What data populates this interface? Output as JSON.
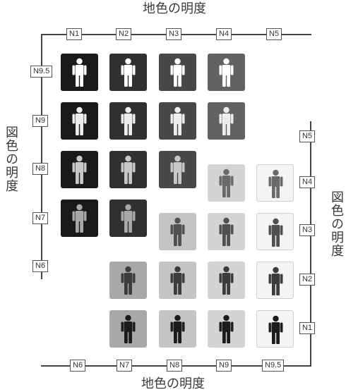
{
  "top_axis": {
    "title": "地色の明度",
    "labels": [
      "N1",
      "N2",
      "N3",
      "N4",
      "N5"
    ]
  },
  "bottom_axis": {
    "title": "地色の明度",
    "labels": [
      "N6",
      "N7",
      "N8",
      "N9",
      "N9.5"
    ]
  },
  "left_axis": {
    "title": "図色の明度",
    "labels": [
      "N9.5",
      "N9",
      "N8",
      "N7",
      "N6"
    ]
  },
  "right_axis": {
    "title": "図色の明度",
    "labels": [
      "N5",
      "N4",
      "N3",
      "N2",
      "N1"
    ]
  },
  "colors": {
    "axis": "#444444",
    "label_border": "#555555"
  },
  "icon_name": "person-icon",
  "upper_tiles": [
    {
      "ground": "N1",
      "figure": "N9.5",
      "bg": "#1a1a1a",
      "fg": "#ffffff"
    },
    {
      "ground": "N2",
      "figure": "N9.5",
      "bg": "#303030",
      "fg": "#ffffff"
    },
    {
      "ground": "N3",
      "figure": "N9.5",
      "bg": "#484848",
      "fg": "#ffffff"
    },
    {
      "ground": "N4",
      "figure": "N9.5",
      "bg": "#626262",
      "fg": "#ffffff"
    },
    {
      "ground": "N1",
      "figure": "N9",
      "bg": "#1a1a1a",
      "fg": "#ededed"
    },
    {
      "ground": "N2",
      "figure": "N9",
      "bg": "#303030",
      "fg": "#ededed"
    },
    {
      "ground": "N3",
      "figure": "N9",
      "bg": "#484848",
      "fg": "#ededed"
    },
    {
      "ground": "N4",
      "figure": "N9",
      "bg": "#626262",
      "fg": "#ededed"
    },
    {
      "ground": "N1",
      "figure": "N8",
      "bg": "#1a1a1a",
      "fg": "#c8c8c8"
    },
    {
      "ground": "N2",
      "figure": "N8",
      "bg": "#303030",
      "fg": "#c8c8c8"
    },
    {
      "ground": "N3",
      "figure": "N8",
      "bg": "#484848",
      "fg": "#c8c8c8"
    },
    {
      "ground": "N1",
      "figure": "N7",
      "bg": "#1a1a1a",
      "fg": "#a8a8a8"
    },
    {
      "ground": "N2",
      "figure": "N7",
      "bg": "#303030",
      "fg": "#a8a8a8"
    }
  ],
  "lower_tiles": [
    {
      "ground": "N9",
      "figure": "N5",
      "bg": "#d4d4d4",
      "fg": "#6a6a6a"
    },
    {
      "ground": "N9.5",
      "figure": "N5",
      "bg": "#f4f4f4",
      "fg": "#6a6a6a"
    },
    {
      "ground": "N8",
      "figure": "N4",
      "bg": "#c4c4c4",
      "fg": "#505050"
    },
    {
      "ground": "N9",
      "figure": "N4",
      "bg": "#d4d4d4",
      "fg": "#505050"
    },
    {
      "ground": "N9.5",
      "figure": "N4",
      "bg": "#f4f4f4",
      "fg": "#505050"
    },
    {
      "ground": "N7",
      "figure": "N3",
      "bg": "#a8a8a8",
      "fg": "#3c3c3c"
    },
    {
      "ground": "N8",
      "figure": "N3",
      "bg": "#c4c4c4",
      "fg": "#3c3c3c"
    },
    {
      "ground": "N9",
      "figure": "N3",
      "bg": "#d4d4d4",
      "fg": "#3c3c3c"
    },
    {
      "ground": "N9.5",
      "figure": "N3",
      "bg": "#f4f4f4",
      "fg": "#3c3c3c"
    },
    {
      "ground": "N7",
      "figure": "N1",
      "bg": "#a8a8a8",
      "fg": "#1c1c1c"
    },
    {
      "ground": "N8",
      "figure": "N1",
      "bg": "#c4c4c4",
      "fg": "#1c1c1c"
    },
    {
      "ground": "N9",
      "figure": "N1",
      "bg": "#d4d4d4",
      "fg": "#1c1c1c"
    },
    {
      "ground": "N9.5",
      "figure": "N1",
      "bg": "#f4f4f4",
      "fg": "#1c1c1c"
    }
  ]
}
